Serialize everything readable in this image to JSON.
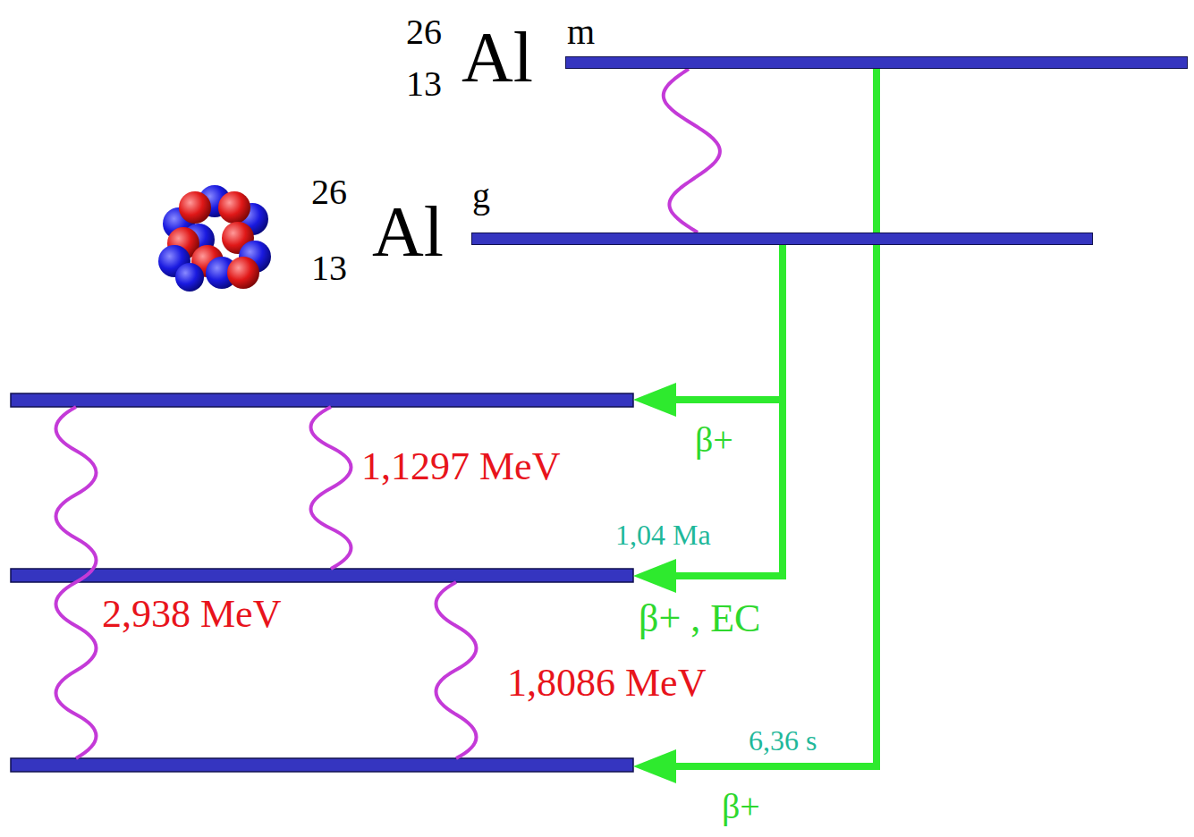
{
  "diagram": {
    "nodes": [
      {
        "text": [
          "26",
          "13",
          "Al",
          "m"
        ]
      },
      {
        "text": [
          "26",
          "13",
          "Al",
          "g"
        ]
      }
    ],
    "edges": [
      {
        "from": 0,
        "to": 1,
        "arrow": "none"
      }
    ],
    "labels": [
      "β+",
      "1,1297 MeV",
      "1,04 Ma",
      "β+ , EC",
      "2,938 MeV",
      "1,8086 MeV",
      "6,36 s",
      "β+"
    ]
  }
}
